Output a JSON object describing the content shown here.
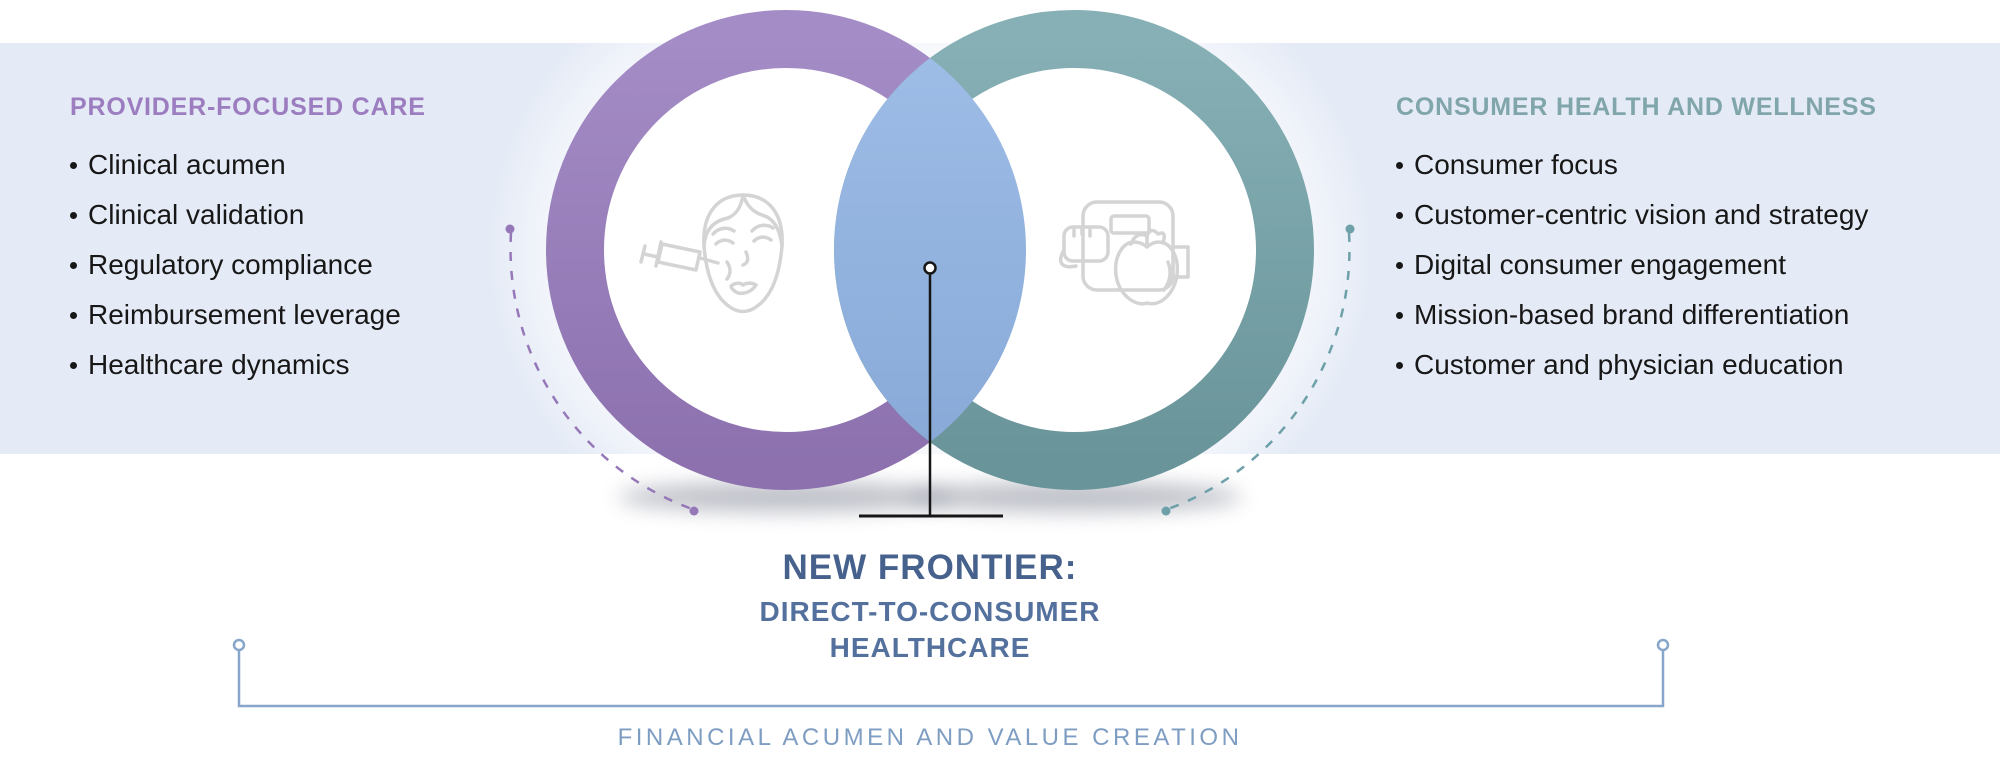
{
  "page": {
    "background_color": "#ffffff",
    "band_color": "#e5ebf6"
  },
  "left_panel": {
    "title": "PROVIDER-FOCUSED CARE",
    "title_color": "#9c7dc0",
    "items": [
      "Clinical acumen",
      "Clinical validation",
      "Regulatory compliance",
      "Reimbursement leverage",
      "Healthcare dynamics"
    ]
  },
  "right_panel": {
    "title": "CONSUMER HEALTH AND WELLNESS",
    "title_color": "#80a5ab",
    "items": [
      "Consumer focus",
      "Customer-centric vision and strategy",
      "Digital consumer engagement",
      "Mission-based brand differentiation",
      "Customer and physician education"
    ]
  },
  "venn": {
    "left_circle_color": "#9a80bf",
    "right_circle_color": "#7aa4aa",
    "overlap_color": "#93b4e0",
    "left_icon": "facial-injection-face-icon",
    "right_icon": "scale-tape-apple-icon",
    "icon_color": "#d4d4d4"
  },
  "center_label": {
    "title": "NEW FRONTIER:",
    "subtitle_line1": "DIRECT-TO-CONSUMER",
    "subtitle_line2": "HEALTHCARE",
    "title_color": "#47618d",
    "subtitle_color": "#54719e"
  },
  "bottom_label": {
    "text": "FINANCIAL ACUMEN AND VALUE CREATION",
    "color": "#7e9dc2"
  }
}
